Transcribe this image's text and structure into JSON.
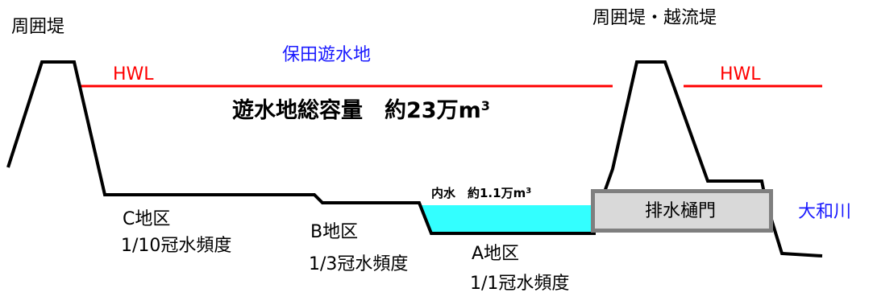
{
  "labels": {
    "levee_left": "周囲堤",
    "levee_right": "周囲堤・越流堤",
    "hwl_left": "HWL",
    "hwl_right": "HWL",
    "basin_name": "保田遊水地",
    "total_capacity_main": "遊水地総容量　約23万m",
    "total_capacity_sup": "3",
    "inner_water_main": "内水　約1.1万m",
    "inner_water_sup": "3",
    "drain_gate": "排水樋門",
    "river": "大和川",
    "zone_c_name": "C地区",
    "zone_c_freq": "1/10冠水頻度",
    "zone_b_name": "B地区",
    "zone_b_freq": "1/3冠水頻度",
    "zone_a_name": "A地区",
    "zone_a_freq": "1/1冠水頻度"
  },
  "colors": {
    "hwl_line": "#ff0000",
    "basin_text": "#1a1aff",
    "inner_water_fill": "#33ffff",
    "gate_fill": "#d9d9d9",
    "gate_border": "#7f7f7f",
    "ground_line": "#000000"
  }
}
